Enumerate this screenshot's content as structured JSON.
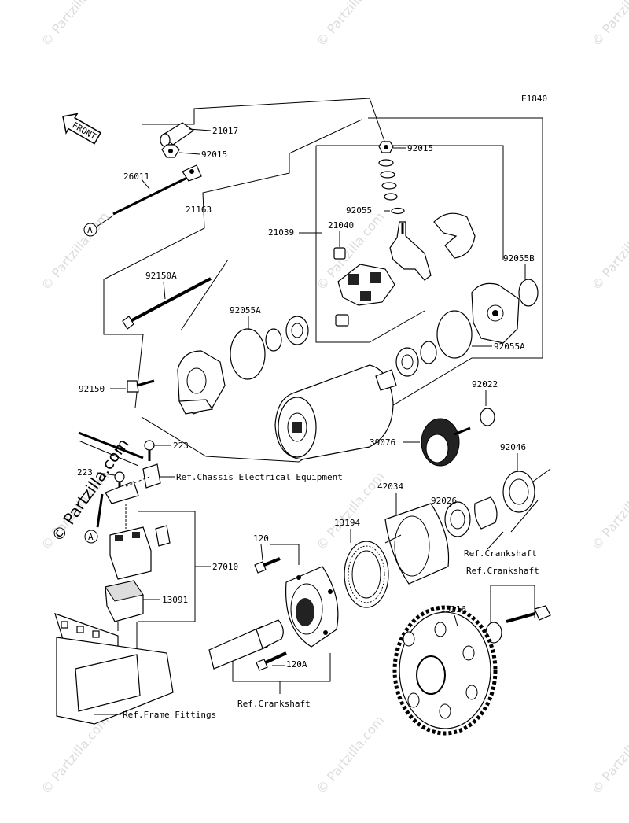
{
  "diagram_code": "E1840",
  "front_label": "FRONT",
  "callout_a_top": "A",
  "callout_a_bottom": "A",
  "watermark_side": "© Partzilla.com",
  "watermark_small": "© Partzilla.com",
  "labels": {
    "p21017": "21017",
    "p92015a": "92015",
    "p26011": "26011",
    "p92015b": "92015",
    "p21163": "21163",
    "p92055": "92055",
    "p21040": "21040",
    "p21039": "21039",
    "p92055b": "92055B",
    "p92150a": "92150A",
    "p92055a_left": "92055A",
    "p92055a_right": "92055A",
    "p92150": "92150",
    "p92022": "92022",
    "p223_top": "223",
    "p39076": "39076",
    "p92046": "92046",
    "p223_left": "223",
    "p42034": "42034",
    "p92026": "92026",
    "p13194": "13194",
    "p120": "120",
    "p27010": "27010",
    "p13216": "13216",
    "p13091": "13091",
    "p120a": "120A"
  },
  "refs": {
    "chassis": "Ref.Chassis Electrical Equipment",
    "crank1": "Ref.Crankshaft",
    "crank2": "Ref.Crankshaft",
    "crank3": "Ref.Crankshaft",
    "frame": "Ref.Frame Fittings"
  }
}
